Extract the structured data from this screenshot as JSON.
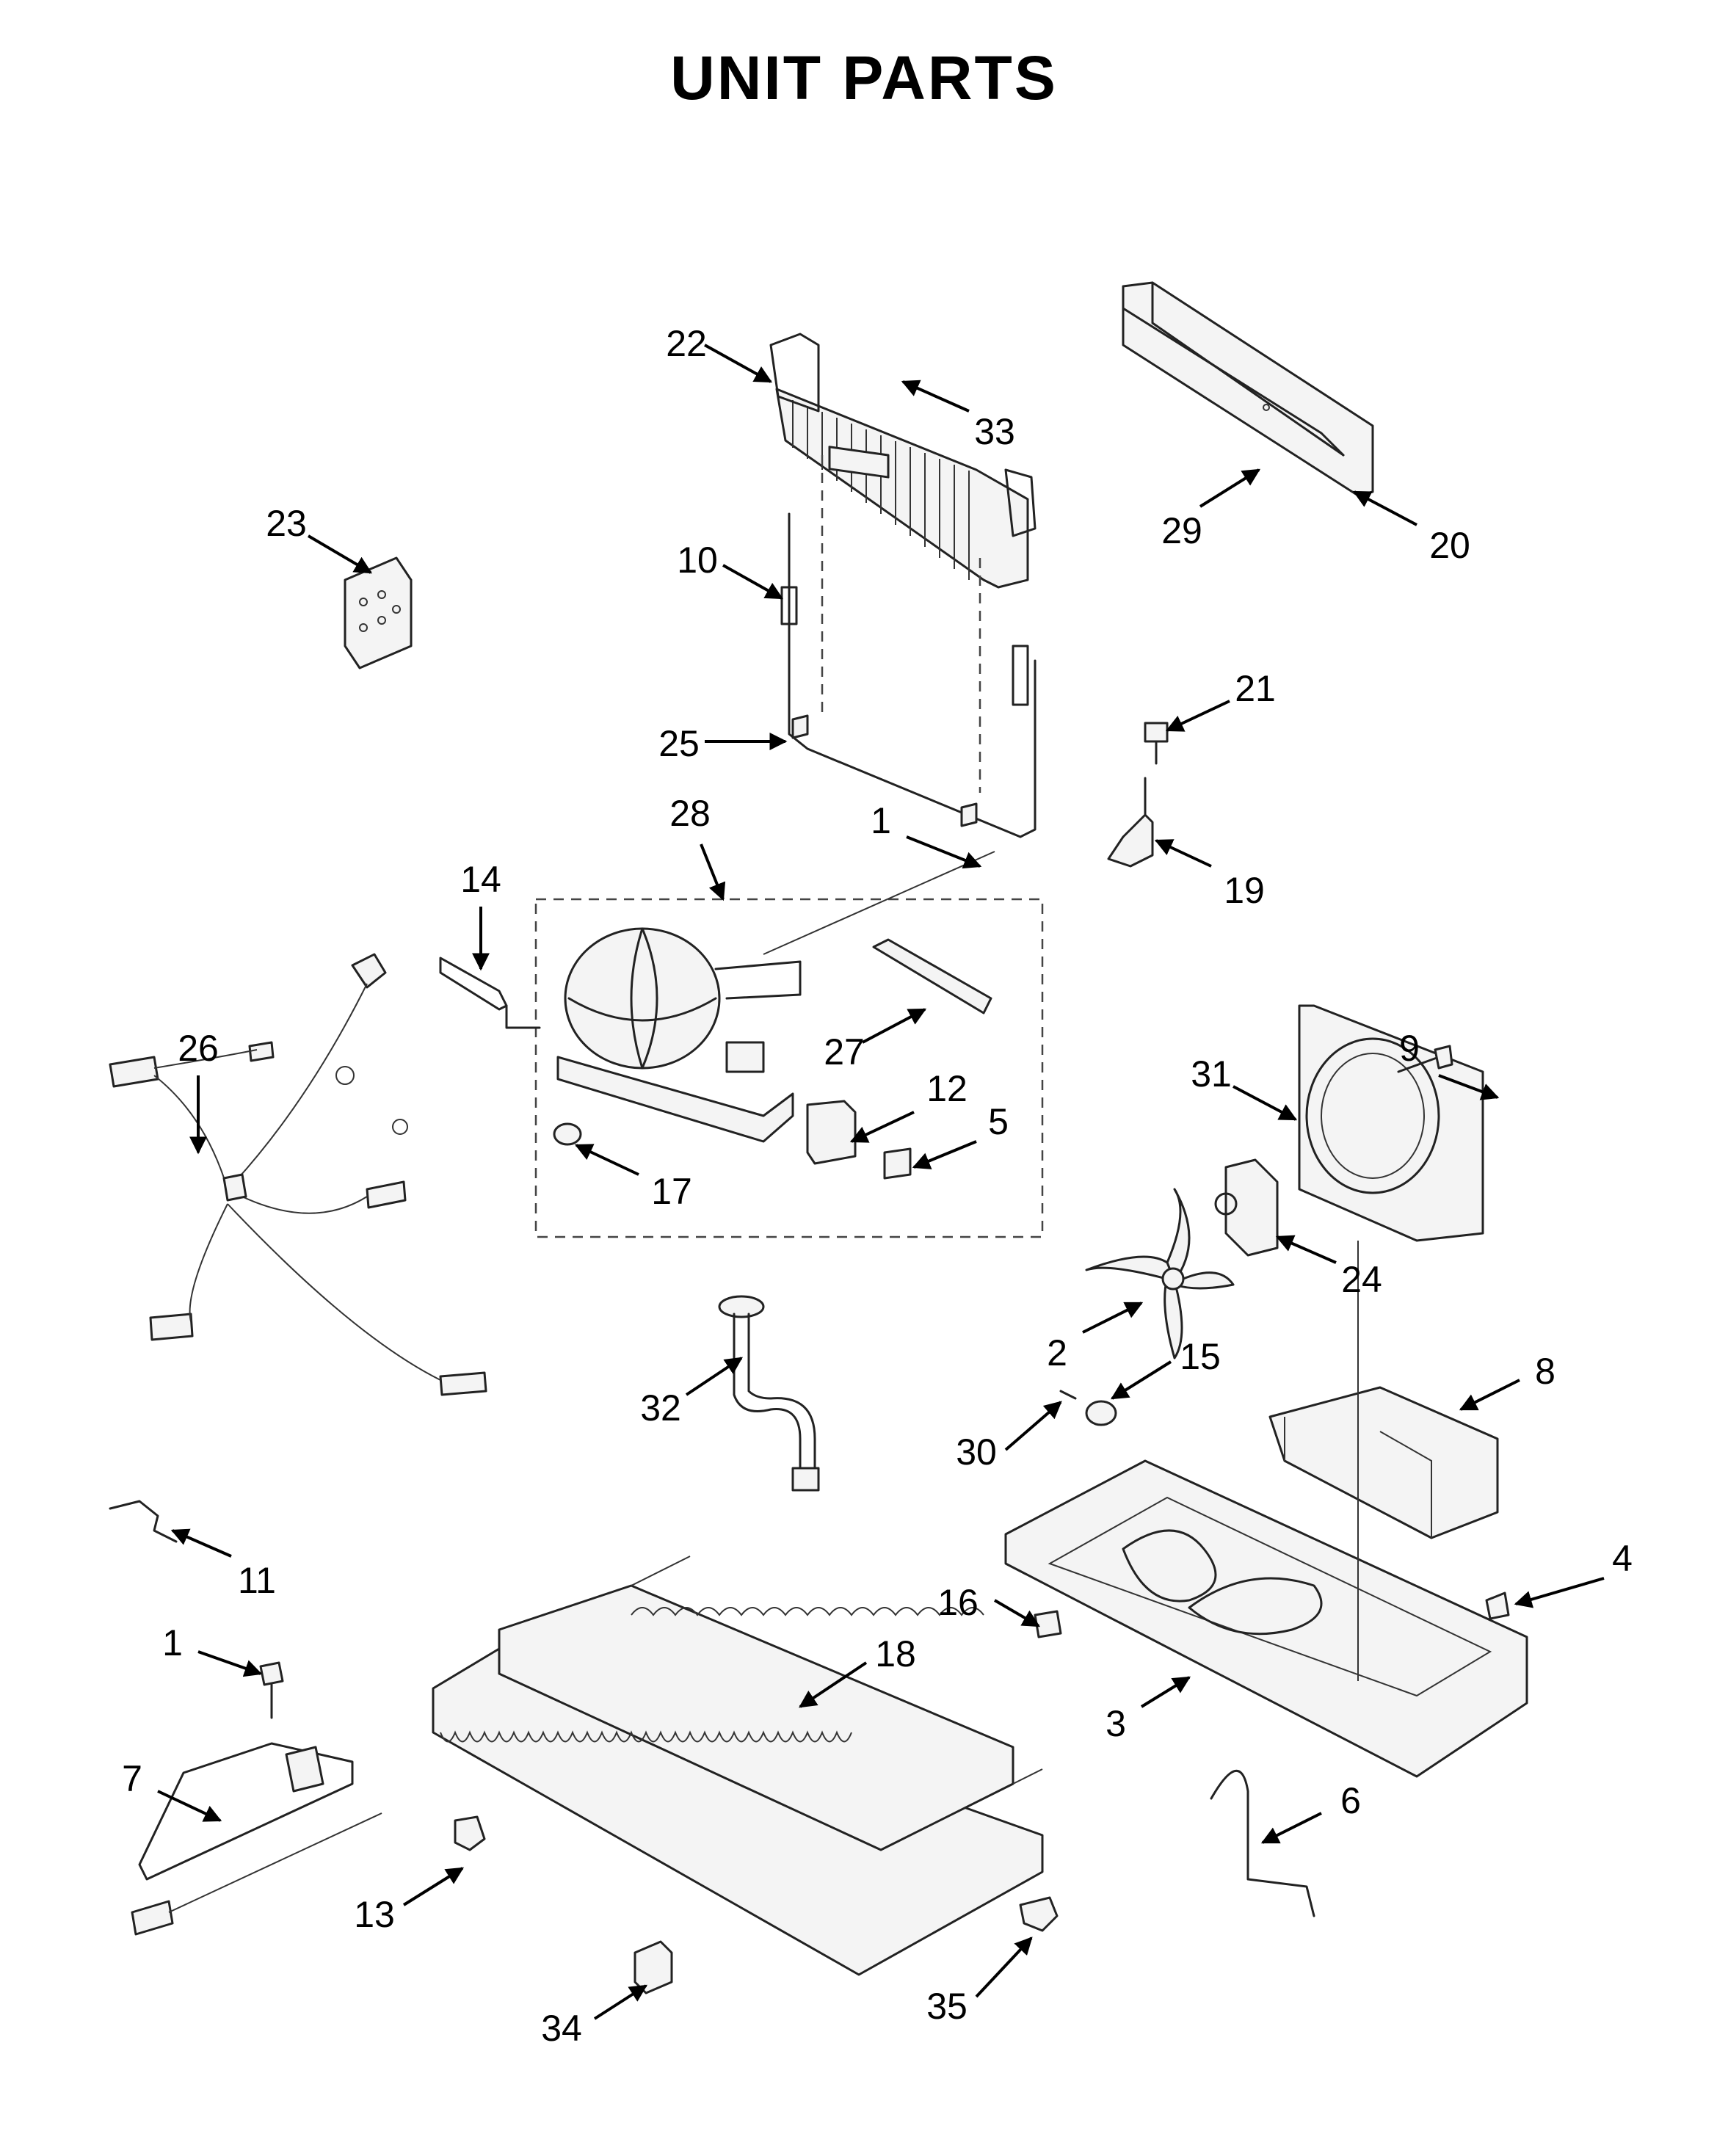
{
  "title": "UNIT PARTS",
  "callouts": [
    {
      "id": "c22",
      "label": "22"
    },
    {
      "id": "c33",
      "label": "33"
    },
    {
      "id": "c23",
      "label": "23"
    },
    {
      "id": "c10",
      "label": "10"
    },
    {
      "id": "c29",
      "label": "29"
    },
    {
      "id": "c20",
      "label": "20"
    },
    {
      "id": "c21",
      "label": "21"
    },
    {
      "id": "c25",
      "label": "25"
    },
    {
      "id": "c28",
      "label": "28"
    },
    {
      "id": "c1a",
      "label": "1"
    },
    {
      "id": "c19",
      "label": "19"
    },
    {
      "id": "c14",
      "label": "14"
    },
    {
      "id": "c26",
      "label": "26"
    },
    {
      "id": "c27",
      "label": "27"
    },
    {
      "id": "c12",
      "label": "12"
    },
    {
      "id": "c5",
      "label": "5"
    },
    {
      "id": "c17",
      "label": "17"
    },
    {
      "id": "c9",
      "label": "9"
    },
    {
      "id": "c31",
      "label": "31"
    },
    {
      "id": "c24",
      "label": "24"
    },
    {
      "id": "c2",
      "label": "2"
    },
    {
      "id": "c15",
      "label": "15"
    },
    {
      "id": "c8",
      "label": "8"
    },
    {
      "id": "c32",
      "label": "32"
    },
    {
      "id": "c30",
      "label": "30"
    },
    {
      "id": "c11",
      "label": "11"
    },
    {
      "id": "c4",
      "label": "4"
    },
    {
      "id": "c16",
      "label": "16"
    },
    {
      "id": "c18",
      "label": "18"
    },
    {
      "id": "c1b",
      "label": "1"
    },
    {
      "id": "c3",
      "label": "3"
    },
    {
      "id": "c7",
      "label": "7"
    },
    {
      "id": "c6",
      "label": "6"
    },
    {
      "id": "c13",
      "label": "13"
    },
    {
      "id": "c34",
      "label": "34"
    },
    {
      "id": "c35",
      "label": "35"
    }
  ]
}
